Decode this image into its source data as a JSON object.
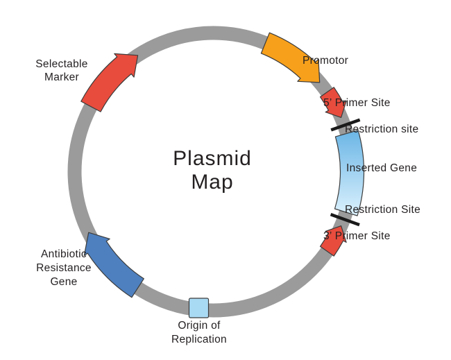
{
  "title": {
    "line1": "Plasmid",
    "line2": "Map"
  },
  "ring": {
    "color": "#9b9b9b"
  },
  "features": {
    "selectable_marker": {
      "label_line1": "Selectable",
      "label_line2": "Marker",
      "color": "#e84c3d"
    },
    "promoter": {
      "label": "Promotor",
      "color": "#f7a01b"
    },
    "primer_5": {
      "label": "5’ Primer Site",
      "color": "#e84c3d"
    },
    "restriction_site_upper": {
      "label": "Restriction site",
      "color": "#1a1a1a"
    },
    "inserted_gene": {
      "label": "Inserted Gene",
      "color_start": "#6cb6e6",
      "color_end": "#dbf1fd"
    },
    "restriction_site_lower": {
      "label": "Restriction Site",
      "color": "#1a1a1a"
    },
    "primer_3": {
      "label": "3’ Primer Site",
      "color": "#e84c3d"
    },
    "origin_of_replication": {
      "label_line1": "Origin of",
      "label_line2": "Replication",
      "color": "#a9daf4"
    },
    "antibiotic_resistance": {
      "label_line1": "Antibiotic",
      "label_line2": "Resistance",
      "label_line3": "Gene",
      "color": "#4e80bf"
    }
  },
  "text_color": "#231f20",
  "background_color": "#ffffff"
}
